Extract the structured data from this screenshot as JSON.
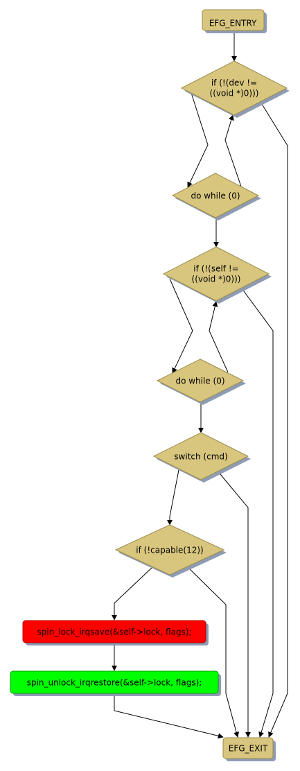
{
  "nodes": {
    "entry": {
      "label": "EFG_ENTRY",
      "shape": "rect"
    },
    "if_dev": {
      "label_lines": [
        "if (!(dev !=",
        "((void *)0)))"
      ],
      "shape": "diamond"
    },
    "do_while_1": {
      "label": "do while (0)",
      "shape": "diamond"
    },
    "if_self": {
      "label_lines": [
        "if (!(self !=",
        "((void *)0)))"
      ],
      "shape": "diamond"
    },
    "do_while_2": {
      "label": "do while (0)",
      "shape": "diamond"
    },
    "switch_cmd": {
      "label": "switch (cmd)",
      "shape": "diamond"
    },
    "if_capable": {
      "label": "if (!capable(12))",
      "shape": "diamond"
    },
    "spin_lock": {
      "label": "spin_lock_irqsave(&self->lock, flags);",
      "shape": "rect",
      "status": "red"
    },
    "spin_unlock": {
      "label": "spin_unlock_irqrestore(&self->lock, flags);",
      "shape": "rect",
      "status": "green"
    },
    "exit": {
      "label": "EFG_EXIT",
      "shape": "rect"
    }
  },
  "edges": [
    {
      "from": "entry",
      "to": "if_dev"
    },
    {
      "from": "if_dev",
      "to": "do_while_1"
    },
    {
      "from": "do_while_1",
      "to": "if_dev"
    },
    {
      "from": "if_dev",
      "to": "exit"
    },
    {
      "from": "do_while_1",
      "to": "if_self"
    },
    {
      "from": "if_self",
      "to": "do_while_2"
    },
    {
      "from": "do_while_2",
      "to": "if_self"
    },
    {
      "from": "if_self",
      "to": "exit"
    },
    {
      "from": "do_while_2",
      "to": "switch_cmd"
    },
    {
      "from": "switch_cmd",
      "to": "if_capable"
    },
    {
      "from": "switch_cmd",
      "to": "exit"
    },
    {
      "from": "if_capable",
      "to": "spin_lock"
    },
    {
      "from": "if_capable",
      "to": "exit"
    },
    {
      "from": "spin_lock",
      "to": "spin_unlock"
    },
    {
      "from": "spin_unlock",
      "to": "exit"
    }
  ],
  "colors": {
    "node_fill": "#d8c67f",
    "node_stroke": "#9b8a4a",
    "shadow": "#8e9cb3",
    "red": "#ff0000",
    "green": "#00ff00",
    "edge": "#000000"
  }
}
